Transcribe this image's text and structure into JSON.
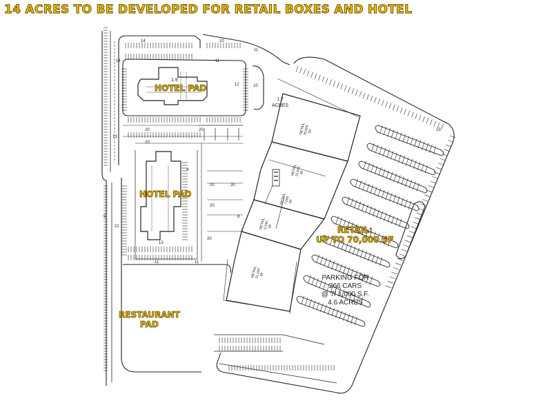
{
  "title": "14 ACRES TO BE DEVELOPED FOR RETAIL BOXES AND HOTEL",
  "labels": {
    "hotel_pad_1": "HOTEL PAD",
    "hotel_pad_2": "HOTEL PAD",
    "restaurant_line1": "RESTAURANT",
    "restaurant_line2": "PAD",
    "retail_line1": "RETAIL:",
    "retail_line2": "UP TO 70,000 SF",
    "parking_line1": "PARKING FOR",
    "parking_line2": "266 CARS",
    "parking_line3": "@ 7/ 1,000 S.F.",
    "parking_line4": "4.6 ACRES",
    "acres_line1": "1.7",
    "acres_line2": "ACRES",
    "hotel_acres": "1.9"
  },
  "stall_counts": {
    "n14a": "14",
    "n10a": "10",
    "n11a": "11",
    "n11b": "11",
    "n14b": "14",
    "n12": "12",
    "n10b": "10",
    "n13": "13",
    "n20a": "20",
    "n20b": "20",
    "n20c": "20",
    "n20d": "20",
    "n30a": "30",
    "n20e": "20",
    "n8": "8",
    "n20f": "20",
    "n22": "22",
    "n13b": "13",
    "n11c": "11",
    "n11d": "11",
    "n4": "4",
    "n15": "15",
    "n5": "5"
  },
  "buildings": {
    "b1": "RETAIL 20,000 SF",
    "b2": "RETAIL 12,500 SF",
    "b3": "RETAIL 7,000 SF",
    "b4": "RETAIL 9,240 SF",
    "b5": "RETAIL 21,160 SF"
  },
  "colors": {
    "highlight": "#f2c40c",
    "lines": "#222222"
  }
}
